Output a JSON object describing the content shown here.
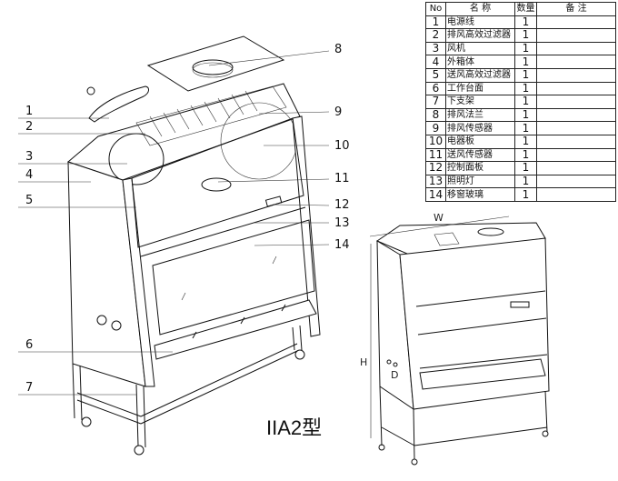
{
  "parts_table": {
    "headers": {
      "no": "No",
      "name": "名  称",
      "qty": "数量",
      "remark": "备    注"
    },
    "rows": [
      {
        "no": "1",
        "name": "电源线",
        "qty": "1",
        "remark": ""
      },
      {
        "no": "2",
        "name": "排风高效过滤器",
        "qty": "1",
        "remark": ""
      },
      {
        "no": "3",
        "name": "风机",
        "qty": "1",
        "remark": ""
      },
      {
        "no": "4",
        "name": "外箱体",
        "qty": "1",
        "remark": ""
      },
      {
        "no": "5",
        "name": "送风高效过滤器",
        "qty": "1",
        "remark": ""
      },
      {
        "no": "6",
        "name": "工作台面",
        "qty": "1",
        "remark": ""
      },
      {
        "no": "7",
        "name": "下支架",
        "qty": "1",
        "remark": ""
      },
      {
        "no": "8",
        "name": "排风法兰",
        "qty": "1",
        "remark": ""
      },
      {
        "no": "9",
        "name": "排风传感器",
        "qty": "1",
        "remark": ""
      },
      {
        "no": "10",
        "name": "电器板",
        "qty": "1",
        "remark": ""
      },
      {
        "no": "11",
        "name": "送风传感器",
        "qty": "1",
        "remark": ""
      },
      {
        "no": "12",
        "name": "控制面板",
        "qty": "1",
        "remark": ""
      },
      {
        "no": "13",
        "name": "照明灯",
        "qty": "1",
        "remark": ""
      },
      {
        "no": "14",
        "name": "移窗玻璃",
        "qty": "1",
        "remark": ""
      }
    ]
  },
  "callouts": [
    "1",
    "2",
    "3",
    "4",
    "5",
    "6",
    "7",
    "8",
    "9",
    "10",
    "11",
    "12",
    "13",
    "14"
  ],
  "dimensions": {
    "width": "W",
    "height": "H",
    "depth": "D"
  },
  "model_label": "IIA2型"
}
